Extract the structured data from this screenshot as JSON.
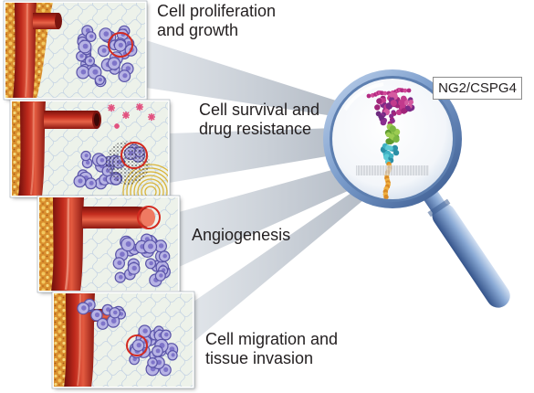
{
  "labels": {
    "proliferation": [
      "Cell proliferation",
      "and growth"
    ],
    "survival": [
      "Cell survival and",
      "drug resistance"
    ],
    "angiogenesis": [
      "Angiogenesis"
    ],
    "migration": [
      "Cell migration and",
      "tissue invasion"
    ]
  },
  "magnifier_label": "NG2/CSPG4",
  "colors": {
    "highlight_circle": "#d42a20",
    "tumor_cell": "#b7b3e4"
  }
}
